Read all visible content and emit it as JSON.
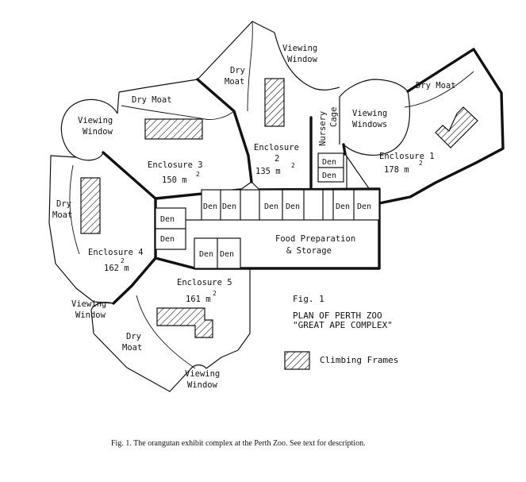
{
  "labels": {
    "viewing_window": "Viewing",
    "window_word": "Window",
    "viewing_windows_word": "Windows",
    "dry_moat": "Dry Moat",
    "dry": "Dry",
    "moat": "Moat",
    "nursery": "Nursery",
    "cage": "Cage",
    "den": "Den",
    "food_prep_line1": "Food Preparation",
    "food_prep_line2": "& Storage"
  },
  "enclosures": [
    {
      "name": "Enclosure 1",
      "area": "178 m",
      "sup": "2"
    },
    {
      "name": "Enclosure",
      "number": "2",
      "area": "135 m",
      "sup": "2"
    },
    {
      "name": "Enclosure 3",
      "area": "150 m",
      "sup": "2"
    },
    {
      "name": "Enclosure 4",
      "area": "162 m",
      "sup": "2"
    },
    {
      "name": "Enclosure 5",
      "area": "161 m",
      "sup": "2"
    }
  ],
  "figure": {
    "fig_label": "Fig. 1",
    "plan_title": "PLAN OF PERTH ZOO",
    "plan_subtitle": "\"GREAT APE COMPLEX\"",
    "legend_climbing": "Climbing Frames",
    "caption": "Fig. 1.   The orangutan exhibit complex at the Perth Zoo. See text for description."
  }
}
